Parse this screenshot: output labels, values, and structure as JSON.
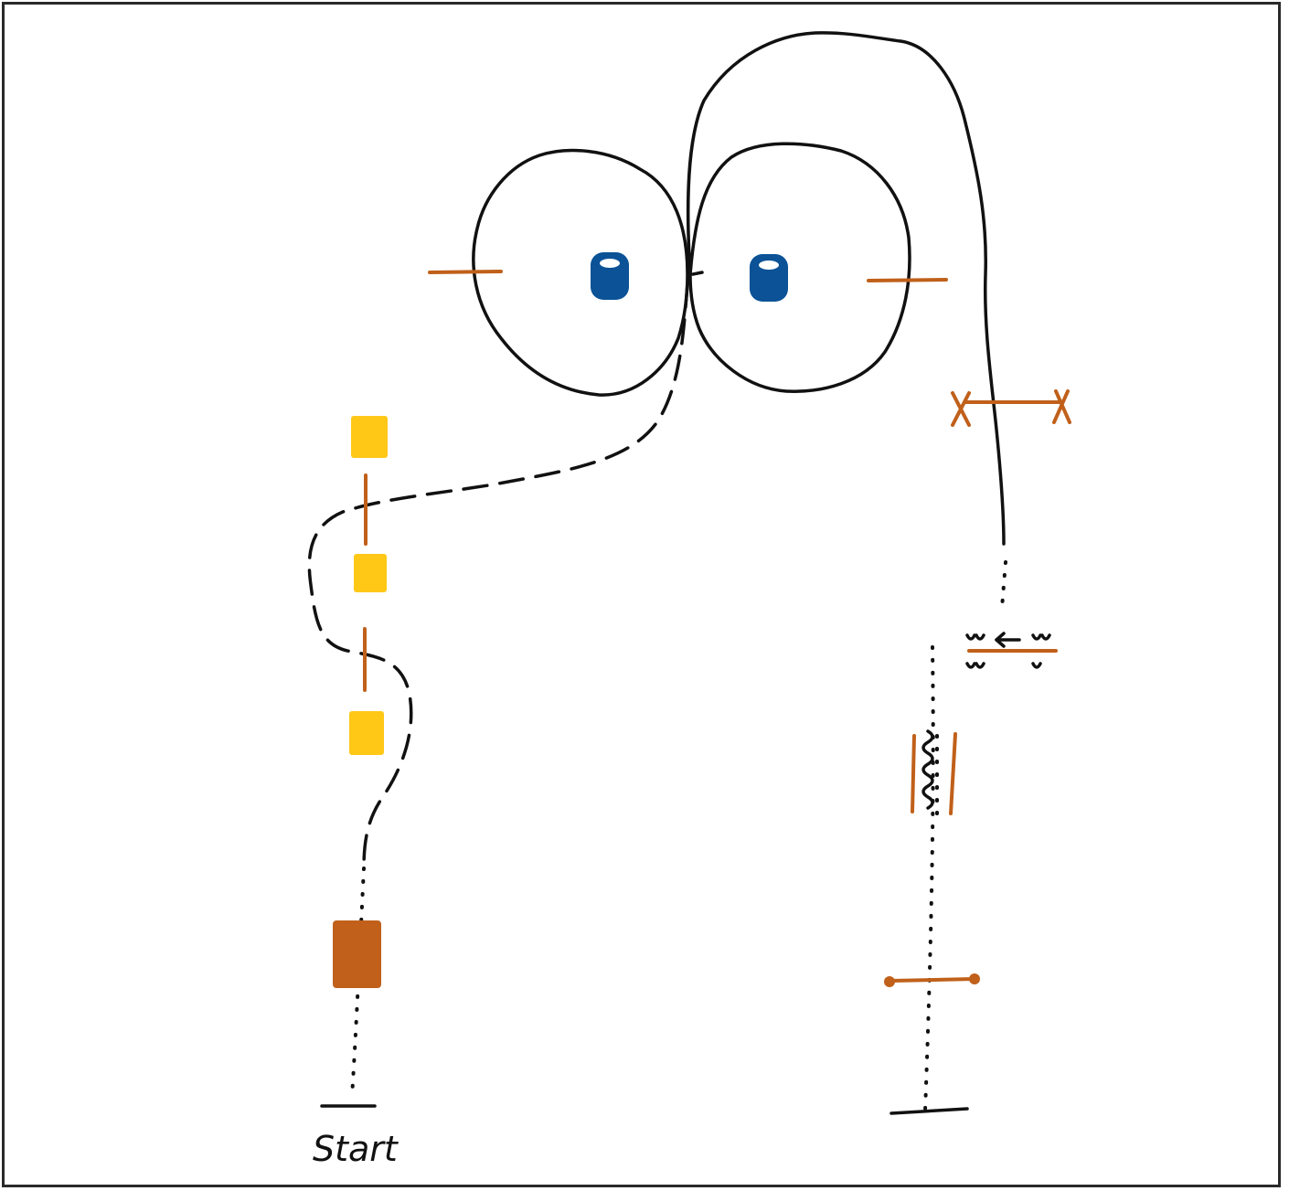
{
  "diagram": {
    "start_label": "Start",
    "colors": {
      "ink": "#111111",
      "rust": "#c0601a",
      "yellow": "#ffc817",
      "blue": "#0b5296",
      "frame": "#2a2a2a"
    },
    "icons": [
      "left-loop-circle",
      "right-loop-circle",
      "blue-peg-icon",
      "yellow-block-icon",
      "brown-block-icon",
      "spring-icon",
      "ladder-marker-icon"
    ]
  }
}
